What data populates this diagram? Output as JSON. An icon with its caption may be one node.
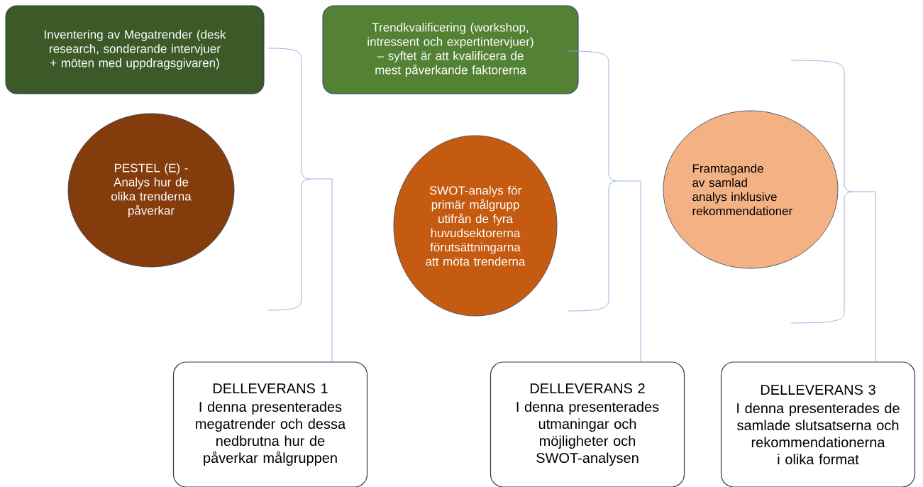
{
  "diagram": {
    "nodes": [
      {
        "text": [
          "Inventering av Megatrender (desk research, sonderande intervjuer + möten med uppdragsgivaren)"
        ]
      },
      {
        "text": [
          "Trendkvalificering (workshop, intressent och expertintervjuer) – syftet är att kvalificera de mest påverkande faktorerna"
        ]
      },
      {
        "text": [
          "PESTEL (E) - Analys hur de olika trenderna påverkar"
        ]
      },
      {
        "text": [
          "SWOT-analys för primär målgrupp utifrån de fyra huvudsektorerna förutsättningarna att möta trenderna"
        ]
      },
      {
        "text": [
          "Framtagande av samlad analys inklusive rekommendationer"
        ]
      },
      {
        "text": [
          "DELLEVERANS 1",
          "I denna presenterades megatrender och dessa nedbrutna hur de påverkar målgruppen"
        ]
      },
      {
        "text": [
          "DELLEVERANS 2",
          "I denna presenterades utmaningar och möjligheter och SWOT-analysen"
        ]
      },
      {
        "text": [
          "DELLEVERANS 3",
          "I denna presenterades de samlade slutsatserna och rekommendationerna i olika format"
        ]
      },
      {
        "text": [],
        "shape": "brace"
      },
      {
        "text": [],
        "shape": "brace"
      },
      {
        "text": [],
        "shape": "brace"
      }
    ],
    "edges": [
      {
        "from": 8,
        "to": 5,
        "arrow": "none"
      },
      {
        "from": 9,
        "to": 6,
        "arrow": "none"
      },
      {
        "from": 10,
        "to": 7,
        "arrow": "none"
      }
    ]
  }
}
